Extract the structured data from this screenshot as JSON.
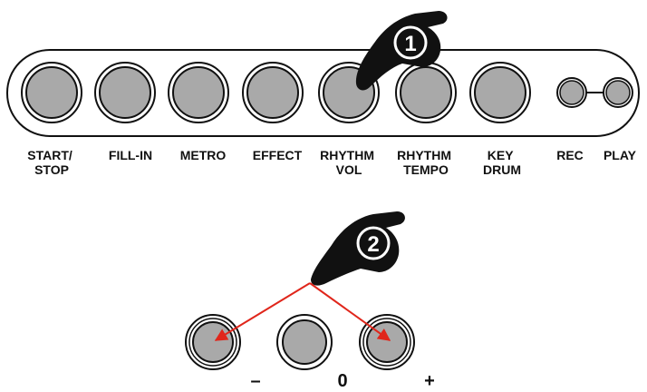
{
  "panel_buttons": [
    {
      "id": "start-stop",
      "label_lines": [
        "START/",
        "STOP"
      ]
    },
    {
      "id": "fill-in",
      "label_lines": [
        "FILL-IN"
      ]
    },
    {
      "id": "metro",
      "label_lines": [
        "METRO"
      ]
    },
    {
      "id": "effect",
      "label_lines": [
        "EFFECT"
      ]
    },
    {
      "id": "rhythm-vol",
      "label_lines": [
        "RHYTHM",
        "VOL"
      ]
    },
    {
      "id": "rhythm-tempo",
      "label_lines": [
        "RHYTHM",
        "TEMPO"
      ]
    },
    {
      "id": "key-drum",
      "label_lines": [
        "KEY",
        "DRUM"
      ]
    },
    {
      "id": "rec",
      "label_lines": [
        "REC"
      ]
    },
    {
      "id": "play",
      "label_lines": [
        "PLAY"
      ]
    }
  ],
  "steps": [
    {
      "number": "1",
      "target": "rhythm-vol"
    },
    {
      "number": "2",
      "target": "minus-and-plus"
    }
  ],
  "adjust_buttons": [
    {
      "id": "minus",
      "label": "–"
    },
    {
      "id": "zero",
      "label": "0"
    },
    {
      "id": "plus",
      "label": "+"
    }
  ],
  "colors": {
    "button_fill": "#a9a9a9",
    "outline": "#111111",
    "hand": "#111111",
    "arrow": "#e0261b",
    "background": "#ffffff"
  }
}
